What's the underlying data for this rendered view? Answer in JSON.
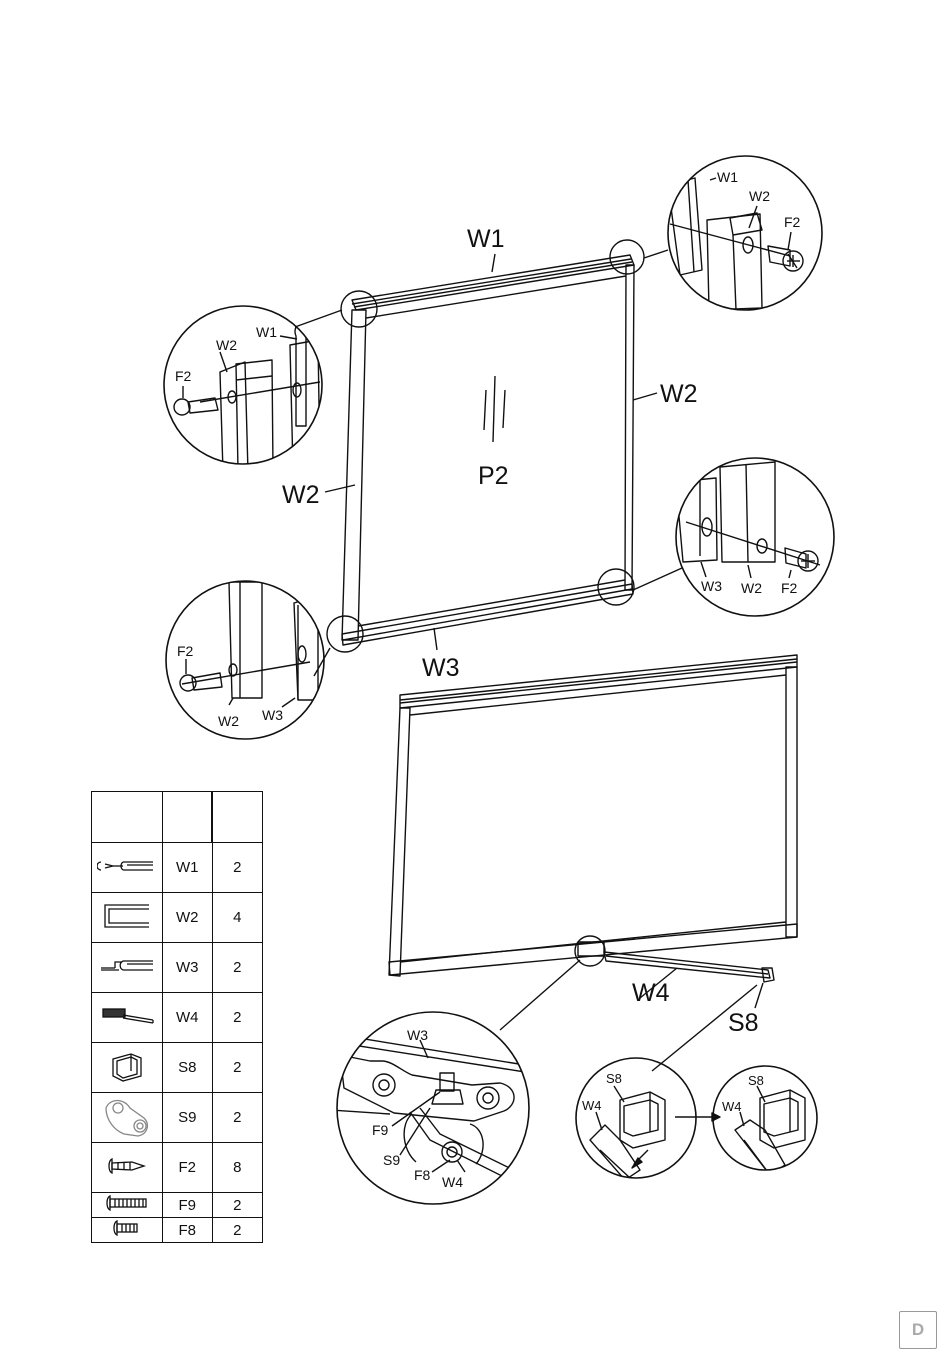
{
  "labels": {
    "w1": "W1",
    "w2": "W2",
    "w3": "W3",
    "w4": "W4",
    "f2": "F2",
    "f8": "F8",
    "f9": "F9",
    "s8": "S8",
    "s9": "S9",
    "p2": "P2"
  },
  "parts_table": {
    "rows": [
      {
        "code": "W1",
        "qty": "2",
        "icon": "connector-w1-icon"
      },
      {
        "code": "W2",
        "qty": "4",
        "icon": "channel-w2-icon"
      },
      {
        "code": "W3",
        "qty": "2",
        "icon": "connector-w3-icon"
      },
      {
        "code": "W4",
        "qty": "2",
        "icon": "leg-w4-icon"
      },
      {
        "code": "S8",
        "qty": "2",
        "icon": "cap-s8-icon"
      },
      {
        "code": "S9",
        "qty": "2",
        "icon": "bracket-s9-icon"
      },
      {
        "code": "F2",
        "qty": "8",
        "icon": "screw-f2-icon"
      },
      {
        "code": "F9",
        "qty": "2",
        "icon": "bolt-f9-icon"
      },
      {
        "code": "F8",
        "qty": "2",
        "icon": "bolt-f8-icon"
      }
    ]
  },
  "page_mark": "D"
}
